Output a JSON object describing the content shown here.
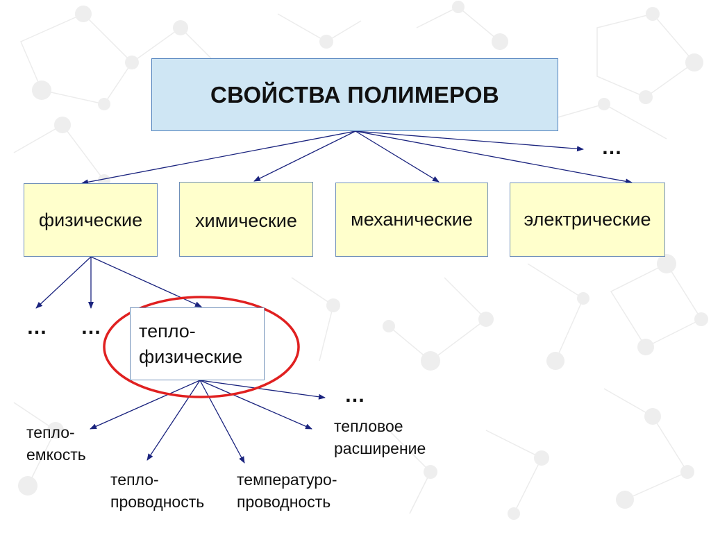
{
  "root": {
    "title": "СВОЙСТВА ПОЛИМЕРОВ"
  },
  "categories": {
    "physical": "физические",
    "chemical": "химические",
    "mechanical": "механические",
    "electrical": "электрические"
  },
  "subcategory": {
    "line1": "тепло-",
    "line2": "физические",
    "highlight_color": "#e02020"
  },
  "leaves": {
    "heat_capacity": {
      "line1": "тепло-",
      "line2": "емкость"
    },
    "heat_conductivity": {
      "line1": "тепло-",
      "line2": "проводность"
    },
    "temperature_conductivity": {
      "line1": "температуро-",
      "line2": "проводность"
    },
    "thermal_expansion": {
      "line1": "тепловое",
      "line2": "расширение"
    }
  },
  "ellipsis": "…",
  "colors": {
    "root_fill": "#cfe6f4",
    "category_fill": "#ffffcc",
    "arrow": "#1a237e"
  }
}
